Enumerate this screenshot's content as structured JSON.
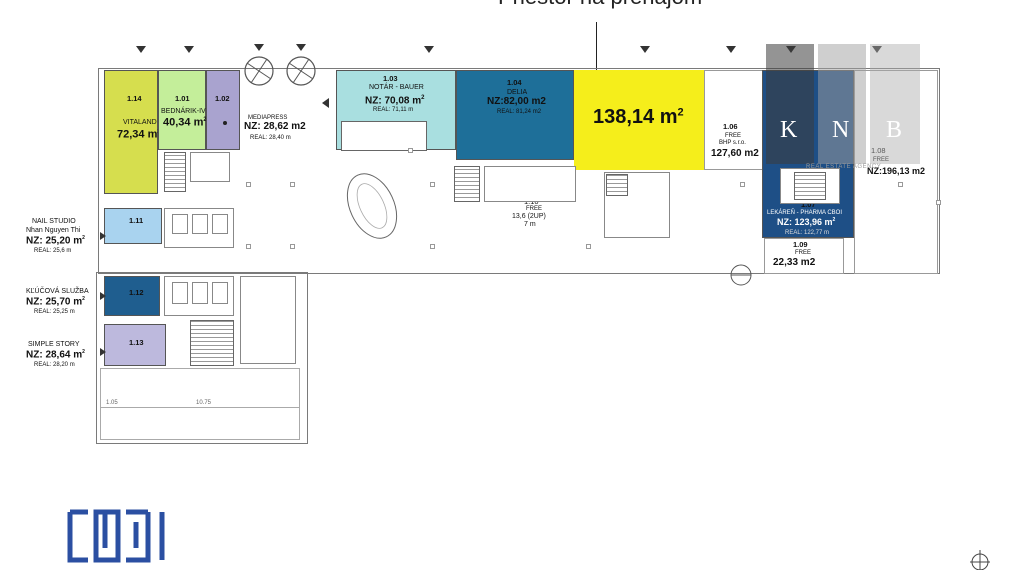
{
  "header": {
    "title": "Priestor na prenájom"
  },
  "highlight": {
    "area": "138,14 m",
    "sup": "2"
  },
  "watermark": {
    "k": "K",
    "n": "N",
    "b": "B",
    "caption": "REAL ESTATE AGENCY"
  },
  "colors": {
    "yellow": "#f5ee1b",
    "teal": "#1e6f99",
    "lightTeal": "#a9dfe0",
    "darkBlue": "#1f5e8f",
    "lightBlue": "#a9d3ef",
    "purple": "#a9a3cf",
    "lavender": "#bdb9dd",
    "green": "#c4ee9a",
    "yellowGreen": "#d6de4e",
    "navy": "#1e4f86",
    "logo": "#2b4fa2"
  },
  "units": {
    "u114": {
      "code": "1.14",
      "tenant": "VITALAND",
      "area": "72,34 m",
      "sup": "2"
    },
    "u101": {
      "code": "1.01",
      "tenant": "BEDNÁRIK-IVÁNI",
      "area": "40,34 m",
      "sup": "2"
    },
    "u102": {
      "code": "1.02",
      "tenant": "MEDIAPRESS",
      "nz": "NZ: 28,62 m2",
      "real": "REAL: 28,40 m"
    },
    "u103": {
      "code": "1.03",
      "tenant": "NOTÁR - BAUER",
      "nz": "NZ: 70,08 m",
      "sup": "2",
      "real": "REAL: 71,11 m"
    },
    "u104": {
      "code": "1.04",
      "tenant": "DELIA",
      "nz": "NZ:82,00 m2",
      "real": "REAL: 81,24 m2"
    },
    "u106": {
      "code": "1.06",
      "status": "FREE",
      "tenant": "BHP s.r.o.",
      "area": "127,60 m2"
    },
    "u107": {
      "code": "1.07",
      "tenant": "LEKÁREŇ - PHARMA CBOI",
      "nz": "NZ: 123,96 m",
      "sup": "2",
      "real": "REAL: 122,77 m"
    },
    "u108": {
      "code": "1.08",
      "status": "FREE",
      "nz": "NZ:196,13 m2"
    },
    "u109": {
      "code": "1.09",
      "status": "FREE",
      "area": "22,33 m2"
    },
    "u110": {
      "code": "1.10",
      "status": "FREE",
      "area": "13,6 (2UP)",
      "area2": "7 m"
    },
    "u111": {
      "code": "1.11",
      "tenant": "NAIL STUDIO",
      "tenant2": "Nhan Nguyen Thi",
      "nz": "NZ: 25,20 m",
      "sup": "2",
      "real": "REAL: 25,6 m"
    },
    "u112": {
      "code": "1.12",
      "tenant": "KĽÚČOVÁ SLUŽBA",
      "nz": "NZ: 25,70 m",
      "sup": "2",
      "real": "REAL: 25,25 m"
    },
    "u113": {
      "code": "1.13",
      "tenant": "SIMPLE STORY",
      "nz": "NZ: 28,64 m",
      "sup": "2",
      "real": "REAL: 28,20 m"
    }
  },
  "dims": {
    "d1": "1.05",
    "d2": "10.75"
  }
}
